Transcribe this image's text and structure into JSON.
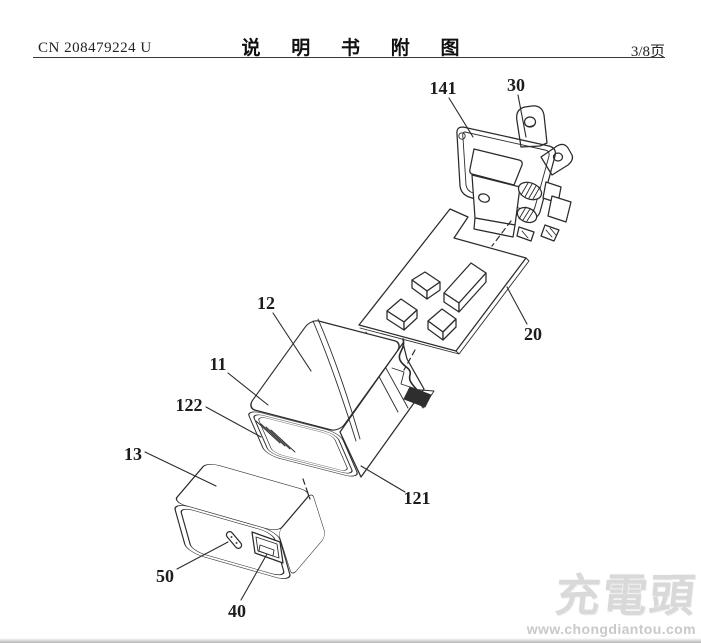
{
  "header": {
    "doc_number": "CN 208479224 U",
    "title": "说 明 书 附 图",
    "page_indicator": "3/8页"
  },
  "figure": {
    "part_labels": {
      "l141": "141",
      "l30": "30",
      "l20": "20",
      "l12": "12",
      "l11": "11",
      "l122": "122",
      "l121": "121",
      "l13": "13",
      "l50": "50",
      "l40": "40"
    }
  },
  "watermark": {
    "logo_text": "充電頭",
    "url_text": "www.chongdiantou.com"
  }
}
